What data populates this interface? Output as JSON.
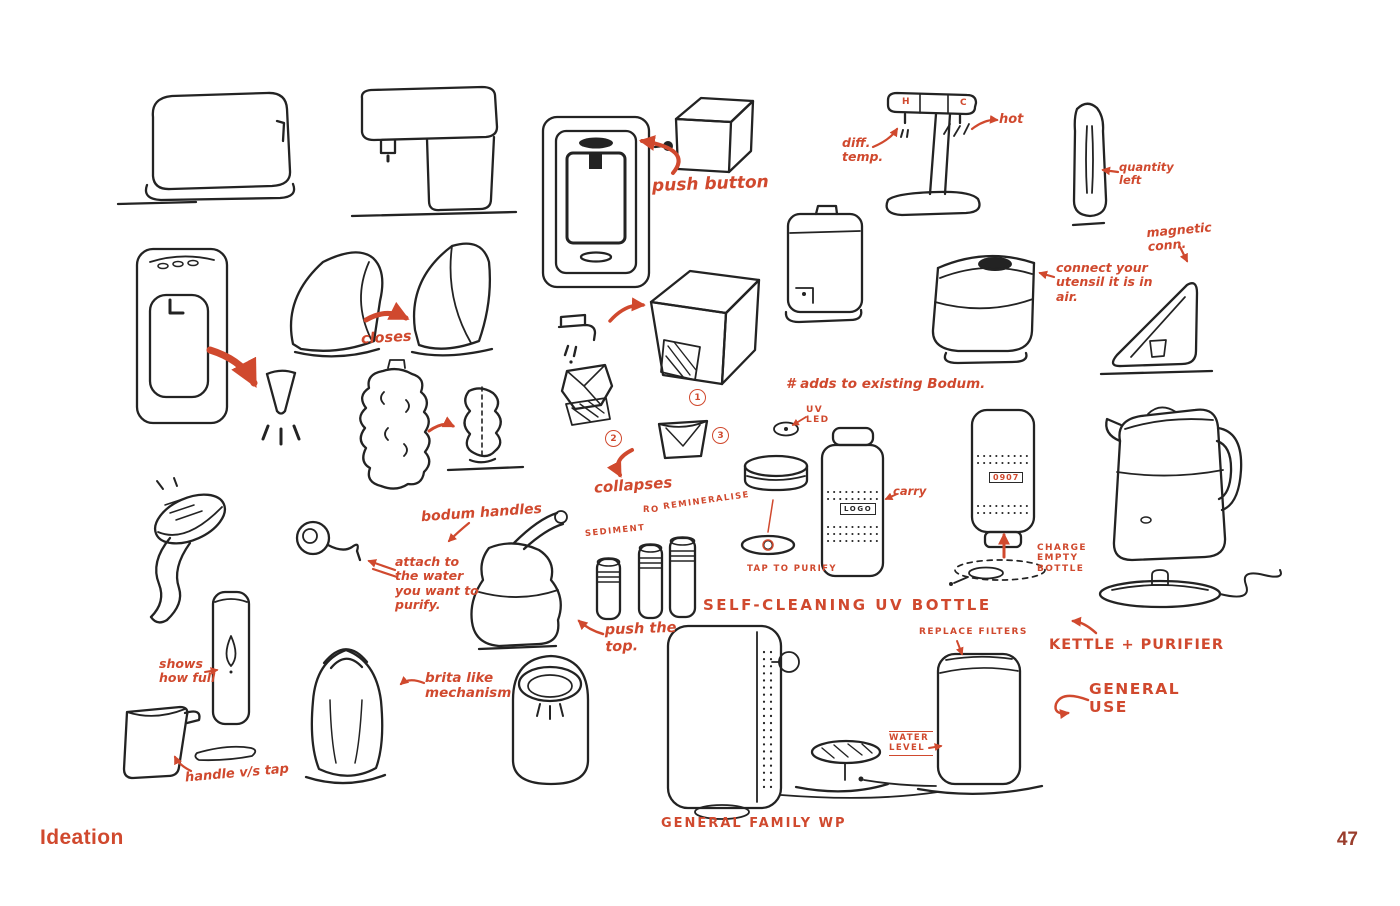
{
  "footer": {
    "section": "Ideation",
    "page_number": "47"
  },
  "colors": {
    "accent": "#d0492e",
    "ink": "#232323",
    "background": "#ffffff",
    "page_number": "#9a3d2c"
  },
  "titles": {
    "self_cleaning_uv_bottle": "SELF-CLEANING UV BOTTLE",
    "kettle_and_purifier": "KETTLE + PURIFIER",
    "general_use": "GENERAL USE",
    "general_family_wp": "GENERAL FAMILY WP"
  },
  "annotations": {
    "push_button": "push button",
    "diff_temp": "diff. temp.",
    "hot": "hot",
    "quantity_left": "quantity left",
    "magnetic_conn": "magnetic conn.",
    "connect_utensil": "connect your utensil it is in air.",
    "closes": "closes",
    "adds_to_bodum": "# adds to existing Bodum.",
    "uv_led": "UV LED",
    "carry": "carry",
    "tap_to_purify": "TAP TO PURIFY",
    "collapses": "collapses",
    "bodum_handles": "bodum handles",
    "attach_to_water": "attach to the water you want to purify.",
    "push_the_top": "push the top.",
    "shows_how_full": "shows how full",
    "brita_like": "brita like mechanism",
    "handle_vs_tap": "handle v/s tap",
    "charge_empty_bottle": "CHARGE EMPTY BOTTLE",
    "replace_filters": "REPLACE FILTERS",
    "water_level": "WATER LEVEL"
  },
  "labels": {
    "filter_stage_1": "SEDIMENT",
    "filter_stage_2": "RO",
    "filter_stage_3": "REMINERALISE",
    "tap_hot": "H",
    "tap_cold": "C",
    "bottle_logo": "LOGO",
    "bottle_display": "0907",
    "step_1": "1",
    "step_2": "2",
    "step_3": "3"
  },
  "sketches": [
    "storage-tank",
    "pod-dispenser",
    "wall-dispenser",
    "cube-dispenser",
    "hot-cold-faucet",
    "quantity-bottle",
    "tall-purifier",
    "whisk-aerator",
    "shell-closed",
    "shell-open",
    "wavy-bottle",
    "collapsible-vase",
    "folding-tap",
    "collapsible-cube",
    "collapsed-stage",
    "collapsed-cup",
    "counter-dispenser",
    "lidded-pot",
    "magnetic-stand",
    "uv-cap-exploded",
    "uv-bottle",
    "charging-bottle",
    "kettle",
    "kettle-base",
    "scoop-purifier",
    "inline-earbud-filter",
    "bodum-pitcher",
    "filter-cartridges",
    "level-tumbler",
    "tap-cup",
    "egg-kettle",
    "dome-vessel",
    "family-water-purifier",
    "general-purifier"
  ]
}
